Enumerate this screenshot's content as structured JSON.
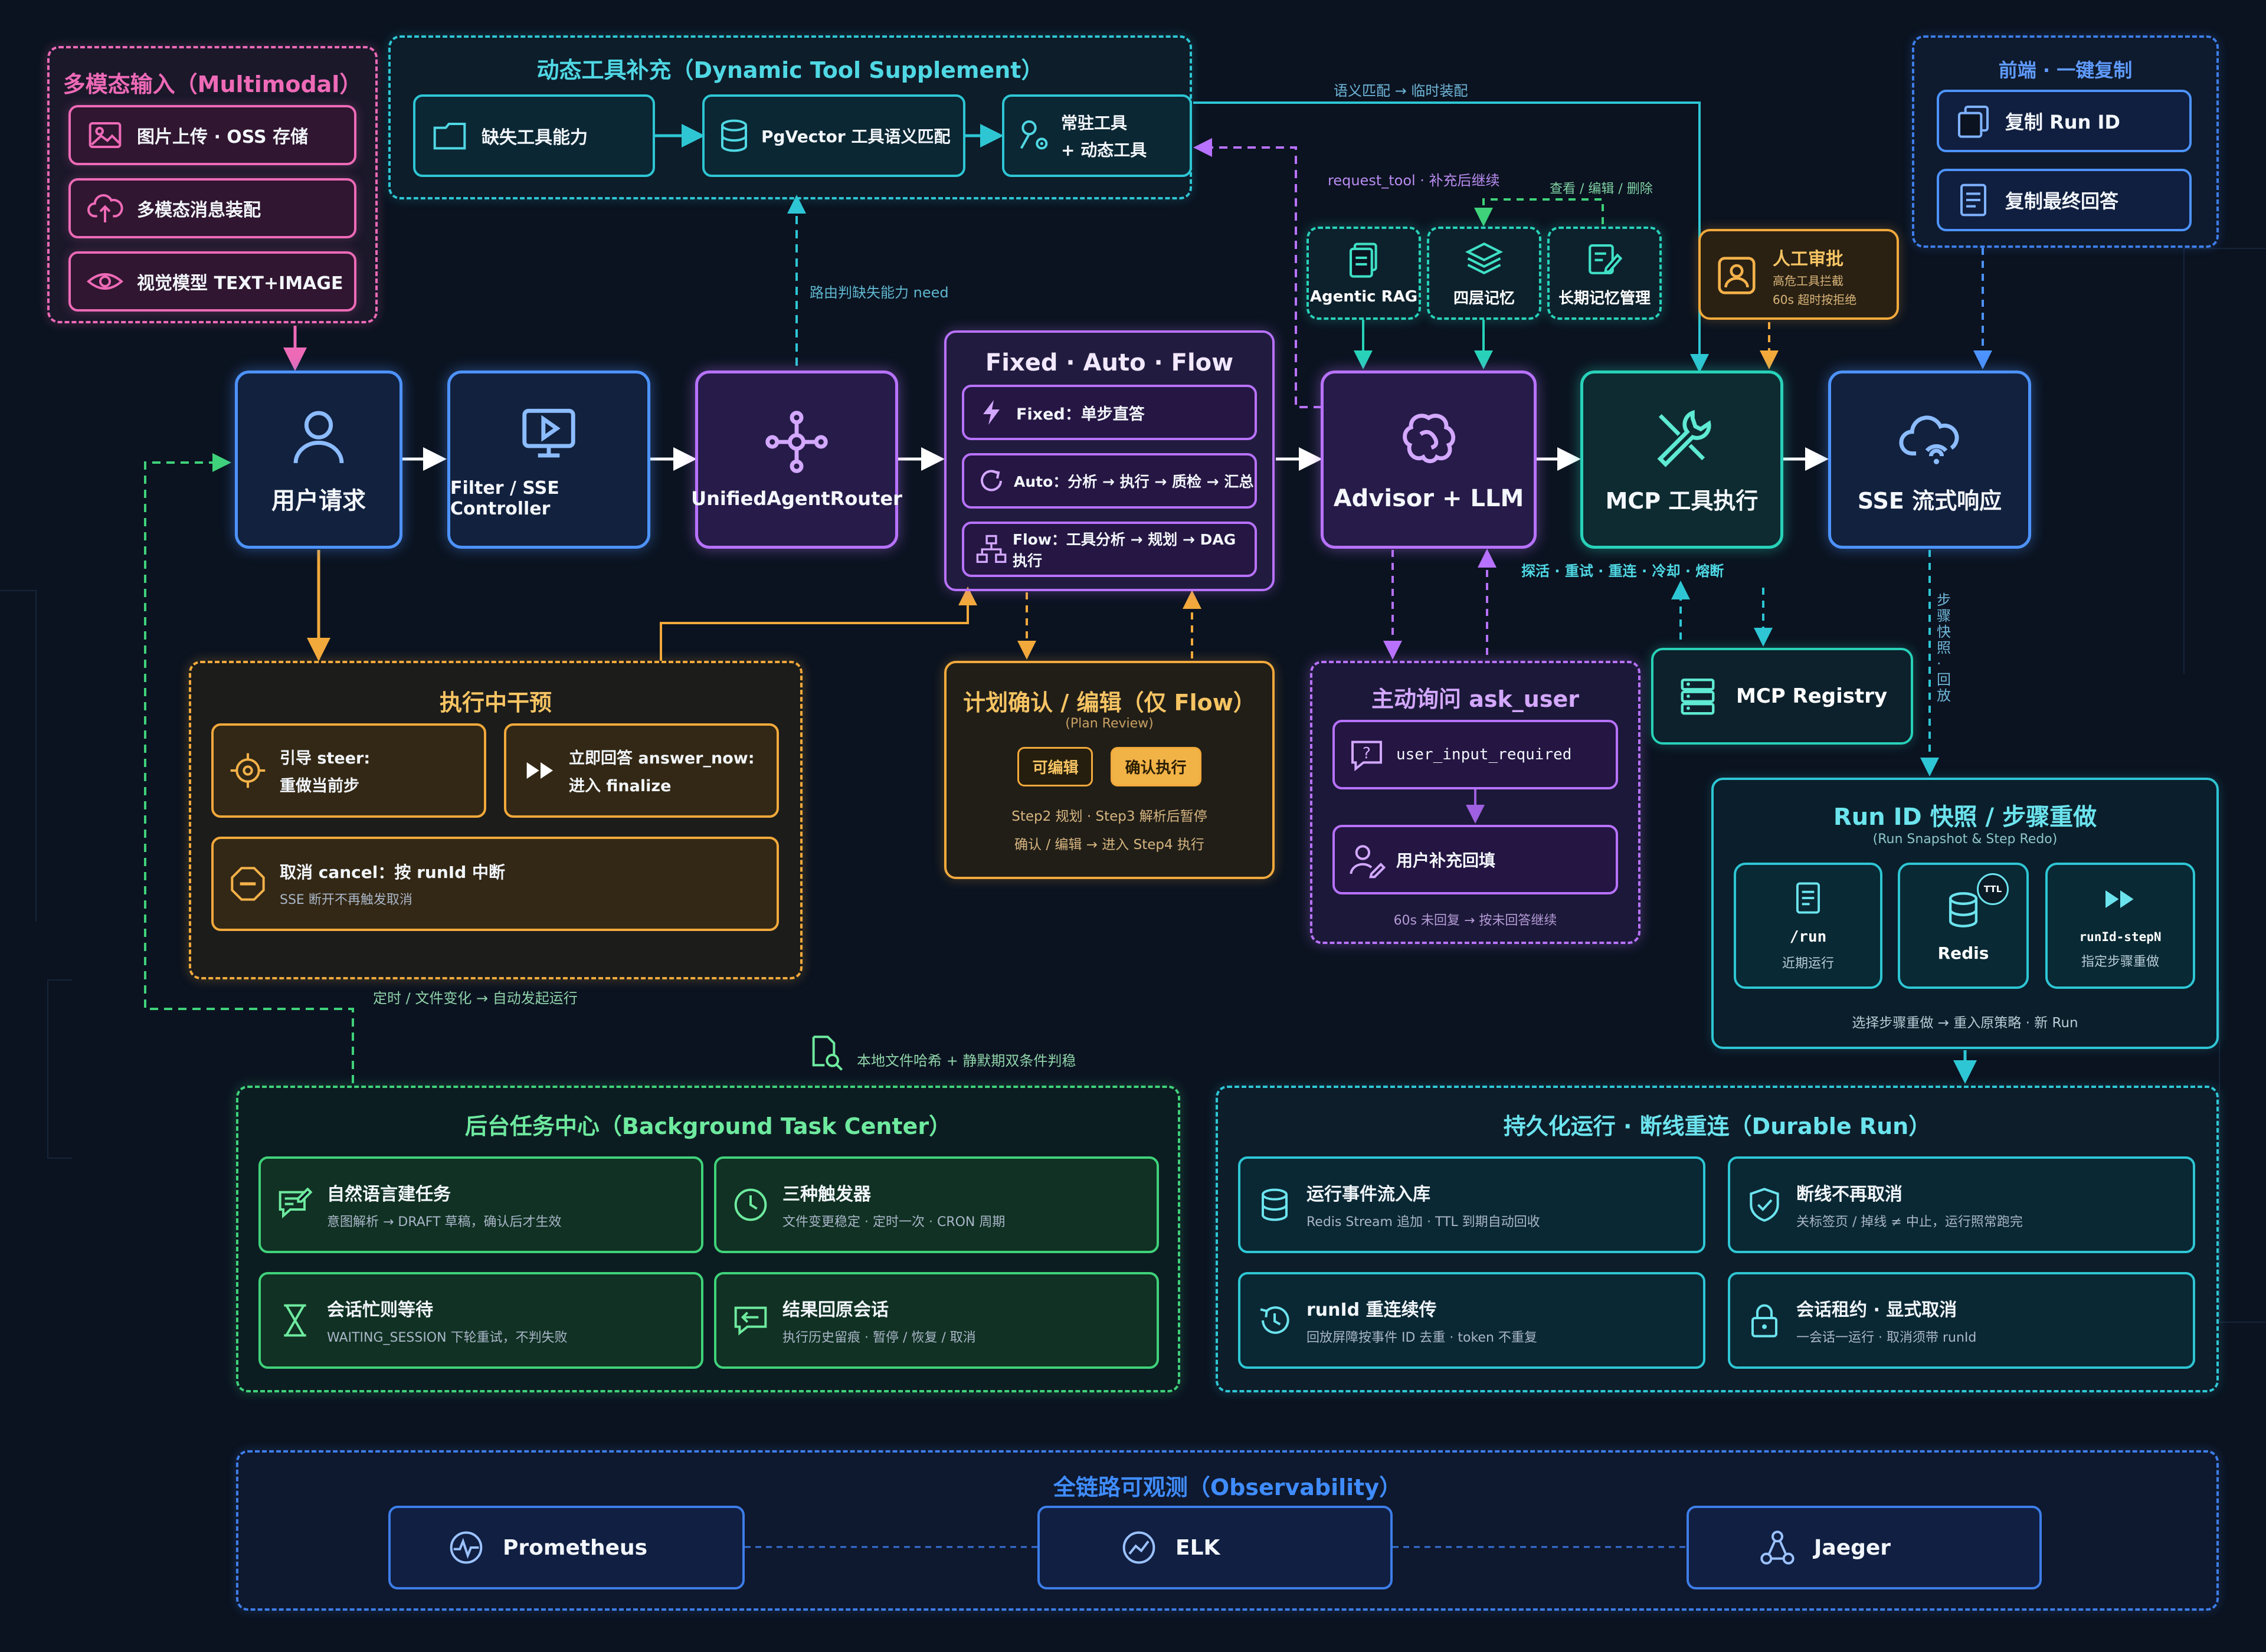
{
  "multimodal": {
    "title": "多模态输入（Multimodal）",
    "items": [
      {
        "label": "图片上传 · OSS 存储",
        "icon": "image-icon"
      },
      {
        "label": "多模态消息装配",
        "icon": "cloud-upload-icon"
      },
      {
        "label": "视觉模型 TEXT+IMAGE",
        "icon": "eye-icon"
      }
    ]
  },
  "dynamic_tool": {
    "title": "动态工具补充（Dynamic Tool Supplement）",
    "items": [
      {
        "label": "缺失工具能力",
        "icon": "folder-icon"
      },
      {
        "label": "PgVector 工具语义匹配",
        "icon": "database-icon"
      },
      {
        "label1": "常驻工具",
        "label2": "+ 动态工具",
        "icon": "tools-gear-icon"
      }
    ]
  },
  "frontend": {
    "title": "前端 · 一键复制",
    "items": [
      {
        "label": "复制 Run ID",
        "icon": "copy-icon"
      },
      {
        "label": "复制最终回答",
        "icon": "document-icon"
      }
    ]
  },
  "memory": {
    "items": [
      {
        "label": "Agentic RAG",
        "icon": "files-icon"
      },
      {
        "label": "四层记忆",
        "icon": "layers-icon"
      },
      {
        "label": "长期记忆管理",
        "icon": "edit-icon"
      }
    ]
  },
  "approval": {
    "title": "人工审批",
    "line1": "高危工具拦截",
    "line2": "60s 超时按拒绝"
  },
  "nodes": {
    "user": "用户请求",
    "filter": "Filter / SSE Controller",
    "router": "UnifiedAgentRouter",
    "advisor": "Advisor + LLM",
    "mcp": "MCP 工具执行",
    "sse": "SSE 流式响应"
  },
  "modes": {
    "title": "Fixed · Auto · Flow",
    "items": [
      {
        "label": "Fixed：单步直答"
      },
      {
        "label": "Auto：分析 → 执行 → 质检 → 汇总"
      },
      {
        "label": "Flow：工具分析 → 规划 → DAG 执行"
      }
    ]
  },
  "intervene": {
    "title": "执行中干预",
    "steer": {
      "l1": "引导 steer:",
      "l2": "重做当前步"
    },
    "answer": {
      "l1": "立即回答 answer_now:",
      "l2": "进入 finalize"
    },
    "cancel": {
      "l1": "取消 cancel：按 runId 中断",
      "l2": "SSE 断开不再触发取消"
    }
  },
  "plan": {
    "title": "计划确认 / 编辑（仅 Flow）",
    "subtitle": "(Plan Review)",
    "tag_edit": "可编辑",
    "tag_confirm": "确认执行",
    "line1": "Step2 规划 · Step3 解析后暂停",
    "line2": "确认 / 编辑 → 进入 Step4 执行"
  },
  "ask": {
    "title": "主动询问 ask_user",
    "item1": "user_input_required",
    "item2": "用户补充回填",
    "footer": "60s 未回复 → 按未回答继续"
  },
  "registry": {
    "label": "MCP Registry"
  },
  "snapshot": {
    "title": "Run ID 快照 / 步骤重做",
    "subtitle": "(Run Snapshot & Step Redo)",
    "cards": [
      {
        "l1": "/run",
        "l2": "近期运行"
      },
      {
        "l1": "Redis",
        "badge": "TTL"
      },
      {
        "l1": "runId-stepN",
        "l2": "指定步骤重做"
      }
    ],
    "footer": "选择步骤重做 → 重入原策略 · 新 Run"
  },
  "background": {
    "title": "后台任务中心（Background Task Center）",
    "items": [
      {
        "l1": "自然语言建任务",
        "l2": "意图解析 → DRAFT 草稿，确认后才生效"
      },
      {
        "l1": "三种触发器",
        "l2": "文件变更稳定 · 定时一次 · CRON 周期"
      },
      {
        "l1": "会话忙则等待",
        "l2": "WAITING_SESSION 下轮重试，不判失败"
      },
      {
        "l1": "结果回原会话",
        "l2": "执行历史留痕 · 暂停 / 恢复 / 取消"
      }
    ]
  },
  "durable": {
    "title": "持久化运行 · 断线重连（Durable Run）",
    "items": [
      {
        "l1": "运行事件流入库",
        "l2": "Redis Stream 追加 · TTL 到期自动回收"
      },
      {
        "l1": "断线不再取消",
        "l2": "关标签页 / 掉线 ≠ 中止，运行照常跑完"
      },
      {
        "l1": "runId 重连续传",
        "l2": "回放屏障按事件 ID 去重 · token 不重复"
      },
      {
        "l1": "会话租约 · 显式取消",
        "l2": "一会话一运行 · 取消须带 runId"
      }
    ]
  },
  "observability": {
    "title": "全链路可观测（Observability）",
    "items": [
      "Prometheus",
      "ELK",
      "Jaeger"
    ]
  },
  "labels": {
    "semantic": "语义匹配 → 临时装配",
    "request_tool": "request_tool · 补充后继续",
    "view_edit": "查看 / 编辑 / 删除",
    "route_need": "路由判缺失能力 need",
    "mcp_ops": "探活 · 重试 · 重连 · 冷却 · 熔断",
    "snapshot_side": "步骤快照 · 回放",
    "schedule": "定时 / 文件变化 → 自动发起运行",
    "hash": "本地文件哈希 + 静默期双条件判稳"
  },
  "colors": {
    "pink": "#ee6ab7",
    "cyan": "#2ec6d4",
    "blue": "#4d93ff",
    "purple": "#b872ff",
    "orange": "#f2a93b",
    "green": "#3fd27a",
    "teal": "#28d2b9",
    "background": "#0b1320"
  }
}
